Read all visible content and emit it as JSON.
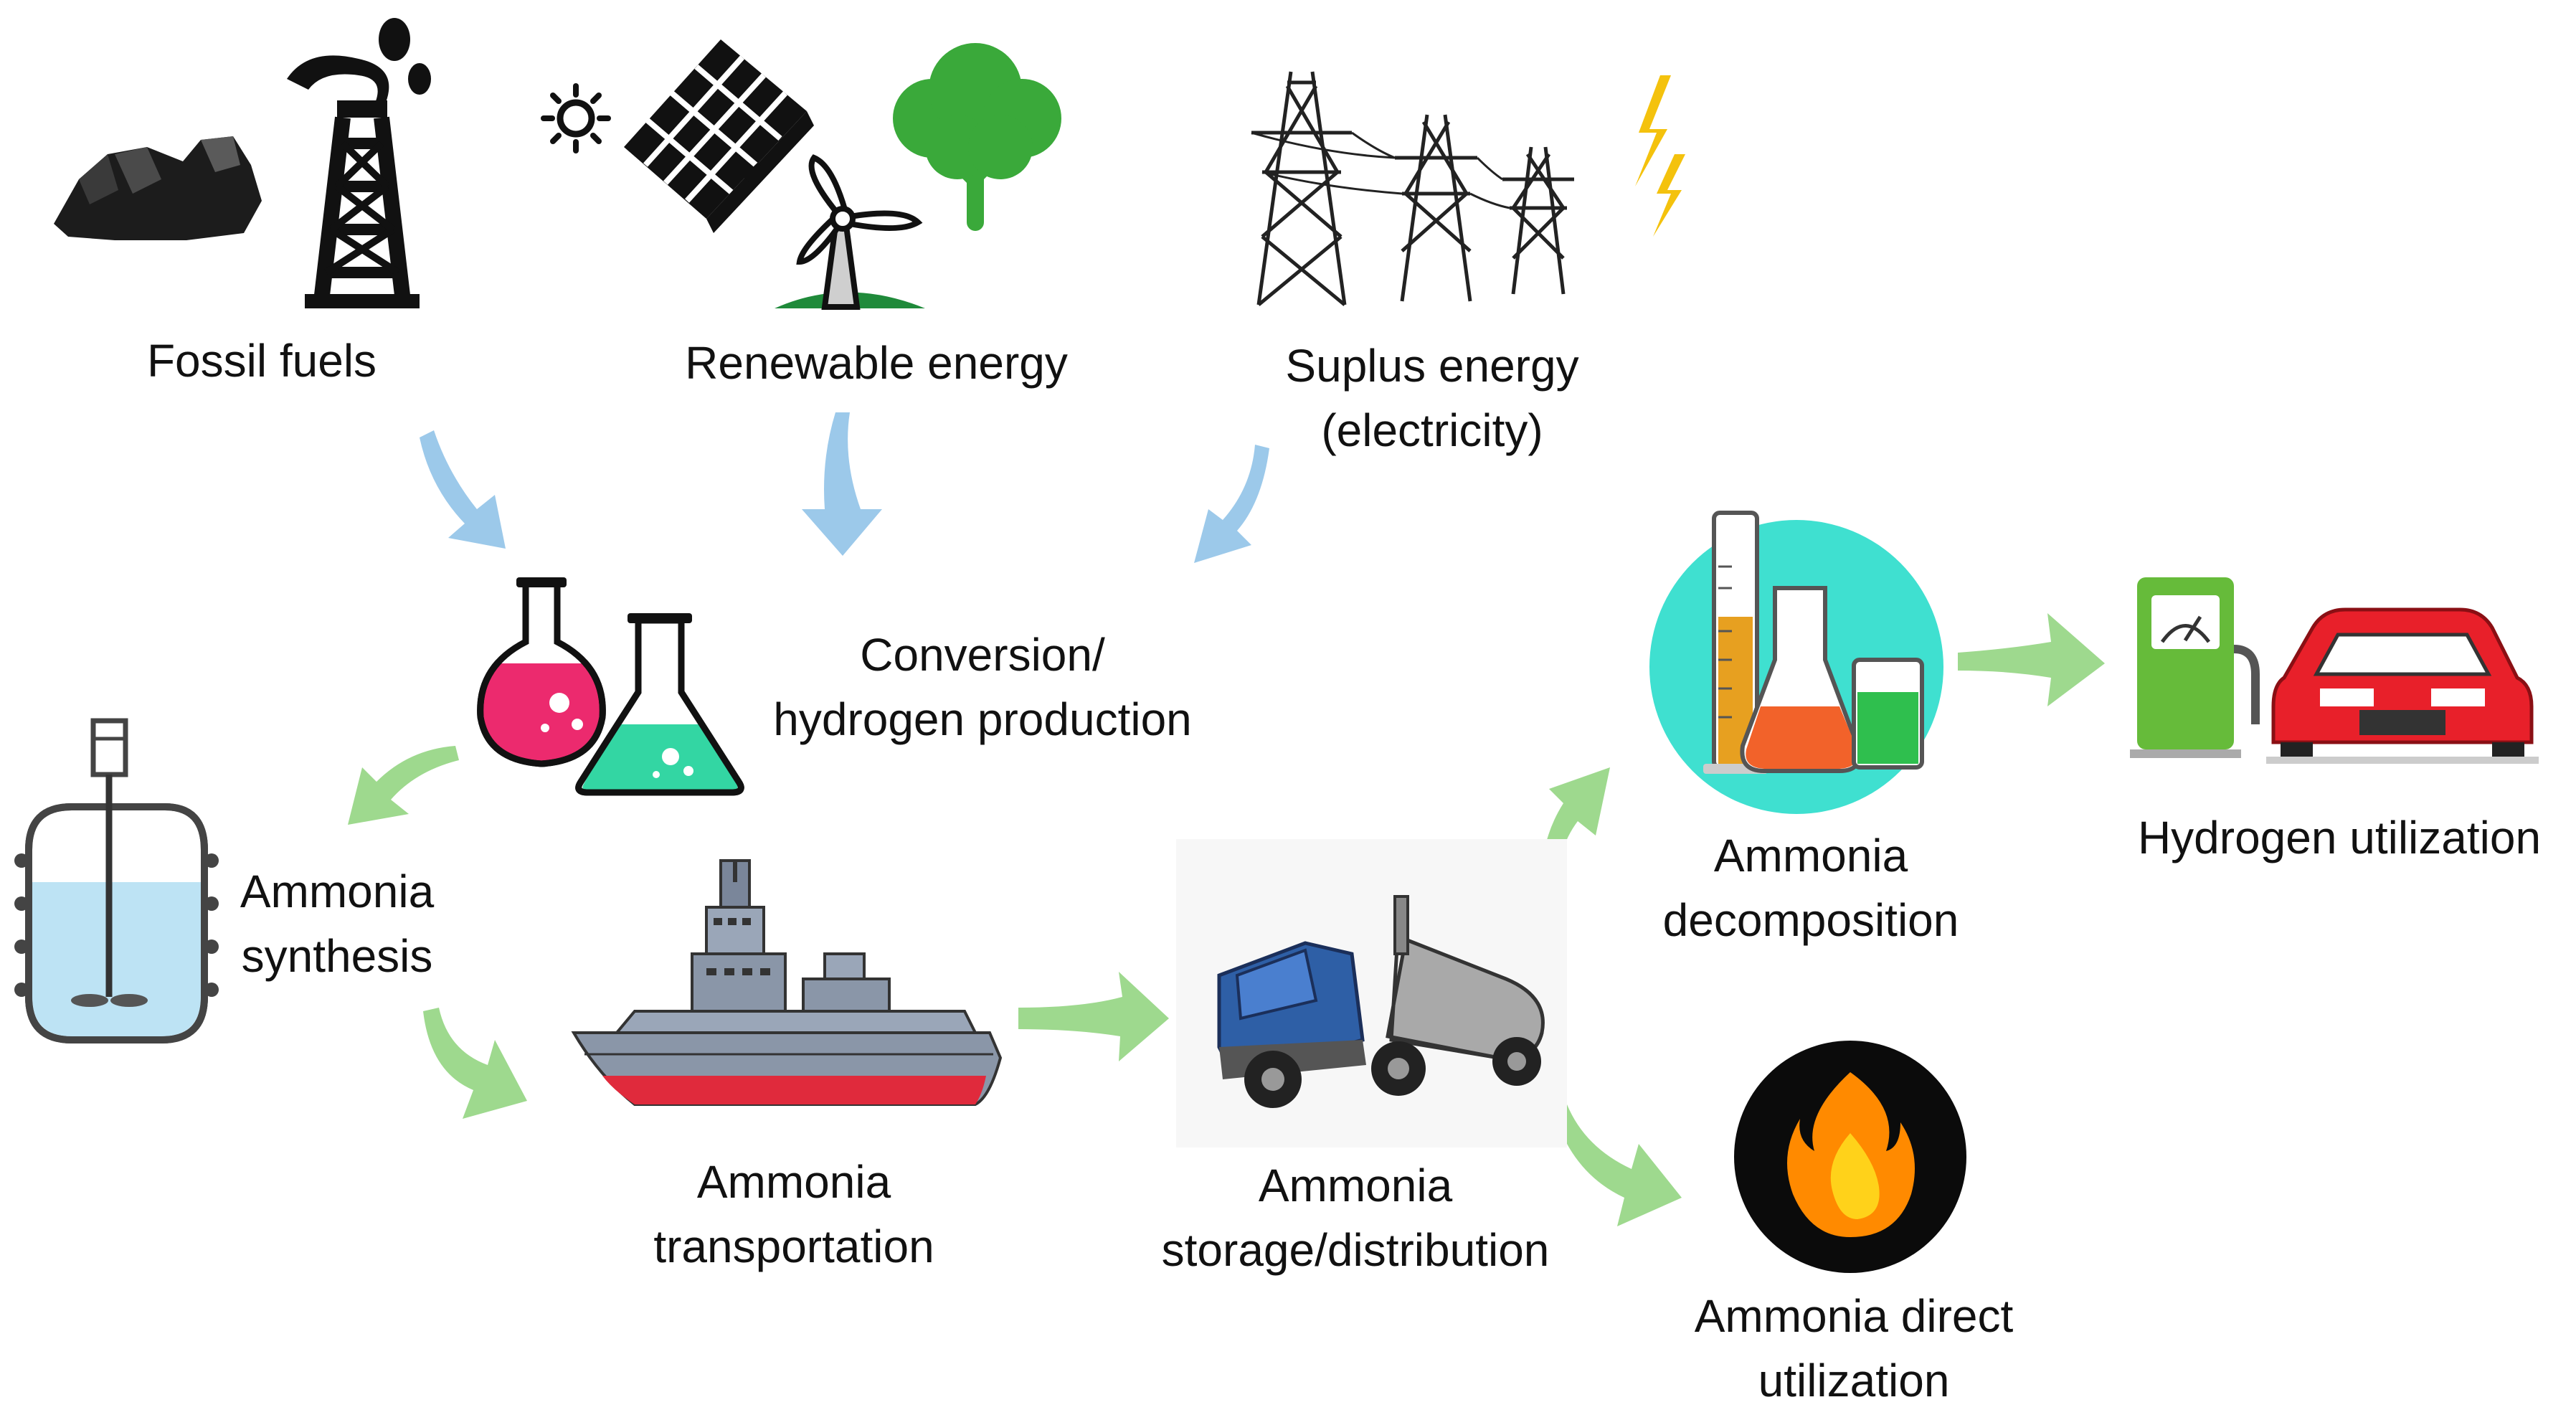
{
  "labels": {
    "fossil_fuels": "Fossil fuels",
    "renewable_energy": "Renewable energy",
    "surplus_energy_line1": "Suplus energy",
    "surplus_energy_line2": "(electricity)",
    "conversion_line1": "Conversion/",
    "conversion_line2": "hydrogen production",
    "synthesis_line1": "Ammonia",
    "synthesis_line2": "synthesis",
    "transportation_line1": "Ammonia",
    "transportation_line2": "transportation",
    "storage_line1": "Ammonia",
    "storage_line2": "storage/distribution",
    "decomposition_line1": "Ammonia",
    "decomposition_line2": "decomposition",
    "direct_line1": "Ammonia direct",
    "direct_line2": "utilization",
    "hydrogen_utilization": "Hydrogen utilization"
  },
  "colors": {
    "blue_arrow": "#9cc9ea",
    "green_arrow": "#9ed98e",
    "pink_flask": "#ec2a6e",
    "teal_flask": "#33d6a3",
    "cyan_circle": "#3fe0d0",
    "truck_blue": "#2e5fa6",
    "car_red": "#e8202a",
    "pump_green": "#66bb3a",
    "fire_orange": "#ff8a00"
  },
  "icons": [
    "coal-icon",
    "oil-derrick-icon",
    "sun-icon",
    "solar-panel-icon",
    "wind-turbine-icon",
    "tree-icon",
    "power-tower-icon",
    "lightning-icon",
    "pink-flask-icon",
    "green-flask-icon",
    "reactor-icon",
    "ship-icon",
    "tanker-truck-icon",
    "lab-glassware-icon",
    "fuel-pump-icon",
    "car-icon",
    "flame-icon"
  ]
}
